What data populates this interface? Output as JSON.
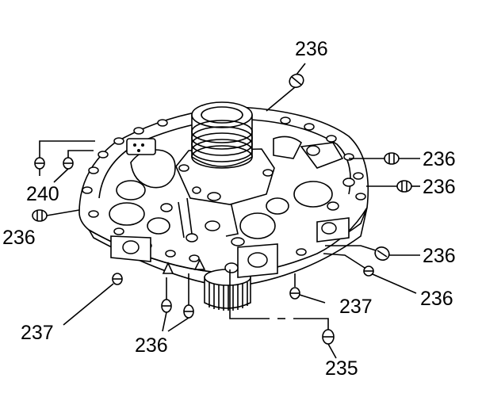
{
  "callouts": [
    {
      "id": "top",
      "text": "236"
    },
    {
      "id": "right-upper",
      "text": "236"
    },
    {
      "id": "right-middle",
      "text": "236"
    },
    {
      "id": "right-lower",
      "text": "236"
    },
    {
      "id": "right-bottom",
      "text": "236"
    },
    {
      "id": "left-upper",
      "text": "240"
    },
    {
      "id": "left-lower",
      "text": "236"
    },
    {
      "id": "left-bottom",
      "text": "237"
    },
    {
      "id": "center-bottom",
      "text": "237"
    },
    {
      "id": "bottom-left",
      "text": "236"
    },
    {
      "id": "bottom-right",
      "text": "235"
    }
  ]
}
